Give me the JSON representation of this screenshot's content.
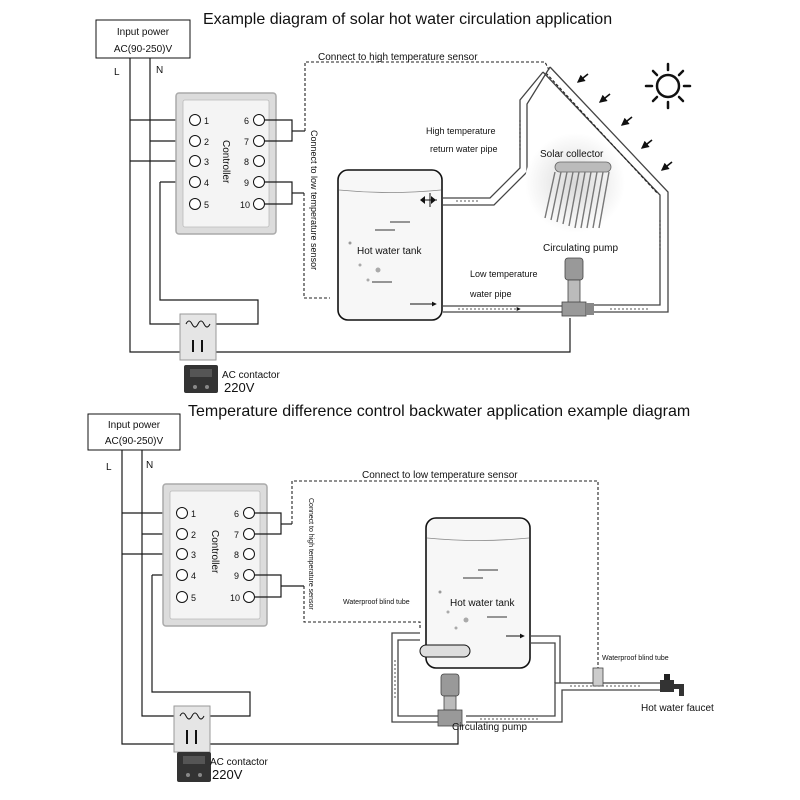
{
  "top": {
    "title": "Example diagram of solar hot water circulation application",
    "input_power": {
      "line1": "Input power",
      "line2": "AC(90-250)V"
    },
    "line_labels": {
      "L": "L",
      "N": "N"
    },
    "controller": {
      "label": "Controller",
      "left_terminals": [
        "1",
        "2",
        "3",
        "4",
        "5"
      ],
      "right_terminals": [
        "6",
        "7",
        "8",
        "9",
        "10"
      ]
    },
    "connect_high_sensor": "Connect to high temperature sensor",
    "connect_low_sensor": "Connect to low temperature sensor",
    "high_temp_return": {
      "line1": "High temperature",
      "line2": "return water pipe"
    },
    "solar_collector": "Solar collector",
    "hot_water_tank": "Hot water tank",
    "circulating_pump": "Circulating pump",
    "low_temp_pipe": {
      "line1": "Low temperature",
      "line2": "water pipe"
    },
    "ac_contactor": "AC contactor",
    "voltage": "220V"
  },
  "bottom": {
    "title": "Temperature difference control backwater application example diagram",
    "input_power": {
      "line1": "Input power",
      "line2": "AC(90-250)V"
    },
    "line_labels": {
      "L": "L",
      "N": "N"
    },
    "controller": {
      "label": "Controller",
      "left_terminals": [
        "1",
        "2",
        "3",
        "4",
        "5"
      ],
      "right_terminals": [
        "6",
        "7",
        "8",
        "9",
        "10"
      ]
    },
    "connect_low_sensor": "Connect to low temperature sensor",
    "connect_high_sensor": "Connect to high temperature sensor",
    "waterproof_blind_tube_left": "Waterproof blind tube",
    "waterproof_blind_tube_right": "Waterproof blind tube",
    "hot_water_tank": "Hot water tank",
    "circulating_pump": "Circulating pump",
    "hot_water_faucet": "Hot water faucet",
    "ac_contactor": "AC contactor",
    "voltage": "220V"
  }
}
